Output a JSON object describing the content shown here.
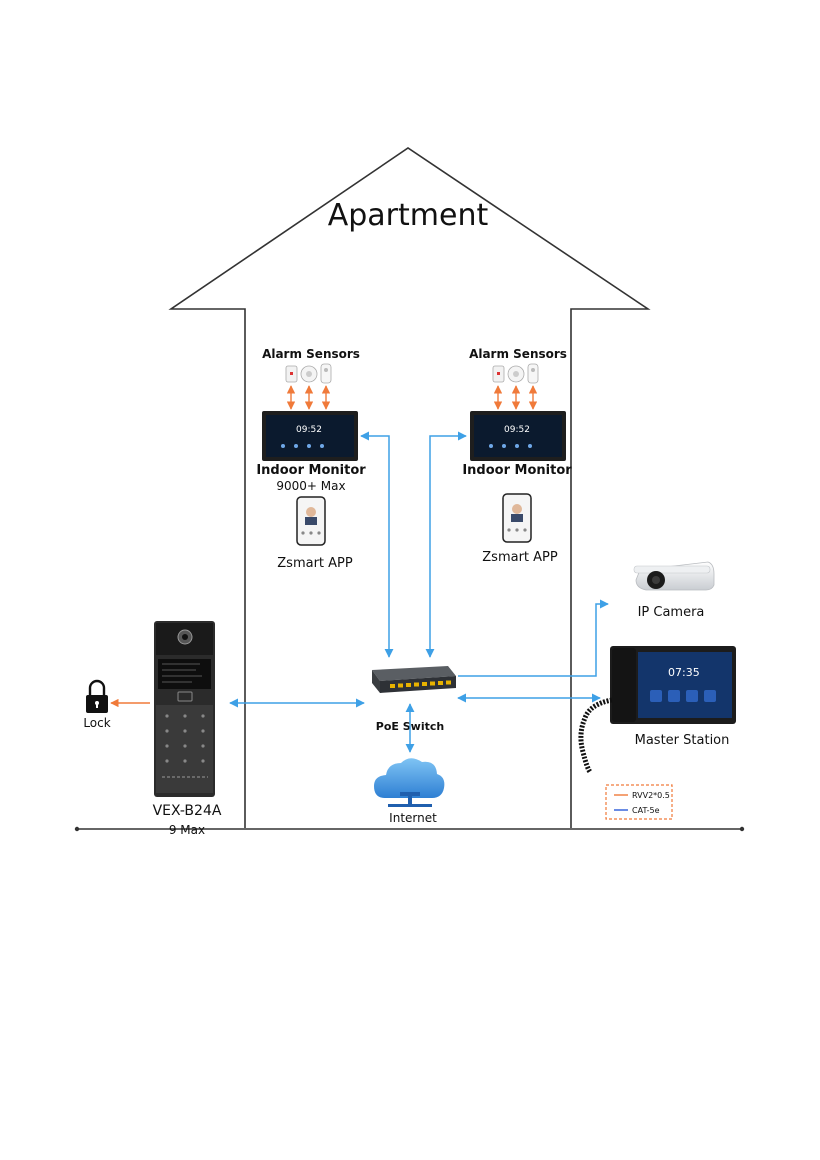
{
  "title": "Apartment",
  "devices": {
    "left_monitor": {
      "sensors_label": "Alarm Sensors",
      "name": "Indoor Monitor",
      "model": "9000+ Max",
      "app": "Zsmart APP"
    },
    "right_monitor": {
      "sensors_label": "Alarm Sensors",
      "name": "Indoor Monitor",
      "app": "Zsmart APP"
    },
    "door_station": {
      "name": "VEX-B24A",
      "model": "9 Max"
    },
    "lock": "Lock",
    "switch": "PoE Switch",
    "internet": "Internet",
    "camera": "IP Camera",
    "master": "Master Station"
  },
  "screens": {
    "monitor_time": "09:52",
    "master_time": "07:35"
  },
  "legend": {
    "items": [
      {
        "label": "RVV2*0.5",
        "color": "#f07a3a"
      },
      {
        "label": "CAT-5e",
        "color": "#2a5ad8"
      }
    ]
  },
  "colors": {
    "cat5e_line": "#3ea0e6",
    "power_line": "#f07a3a",
    "outline": "#333333"
  }
}
